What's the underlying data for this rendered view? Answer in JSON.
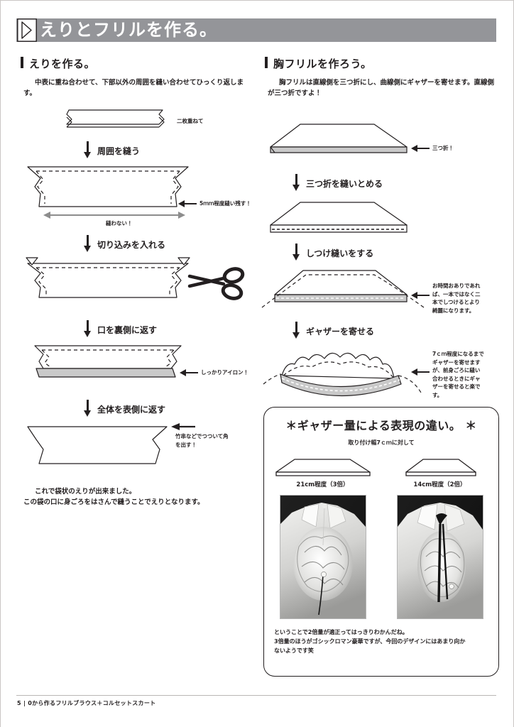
{
  "header": {
    "title": "えりとフリルを作る。",
    "flag_icon": "flag-marker-icon"
  },
  "left_column": {
    "section_heading": "えりを作る。",
    "intro": "中表に重ね合わせて、下部以外の周囲を縫い合わせてひっくり返します。",
    "figure1_note": "二枚重ねて",
    "step1_label": "周囲を縫う",
    "figure2_note": "5ｍｍ程度縫い残す！",
    "figure2_measure": "縫わない！",
    "step2_label": "切り込みを入れる",
    "scissors_icon": "scissors-icon",
    "step3_label": "口を裏側に返す",
    "figure4_note": "しっかりアイロン！",
    "step4_label": "全体を表側に返す",
    "figure5_note": "竹串などでつついて角を出す！",
    "closing_line1": "これで袋状のえりが出来ました。",
    "closing_line2": "この袋の口に身ごろをはさんで縫うことでえりとなります。"
  },
  "right_column": {
    "section_heading": "胸フリルを作ろう。",
    "intro": "胸フリルは直線側を三つ折にし、曲線側にギャザーを寄せます。直線側が三つ折ですよ！",
    "figure1_note": "三つ折！",
    "step1_label": "三つ折を縫いとめる",
    "step2_label": "しつけ縫いをする",
    "figure3_note": "お時間おありであれば、一本ではなく二本でしつけるとより綺麗になります。",
    "step3_label": "ギャザーを寄せる",
    "figure4_note": "7ｃｍ程度になるまでギャザーを寄せますが、前身ごろに縫い合わせるときにギャザーを寄せると楽です。"
  },
  "comparison_box": {
    "title": "＊ギャザー量による表現の違い。 ＊",
    "subtitle": "取り付け幅7ｃｍに対して",
    "items": [
      {
        "caption": "21cm程度（3倍）",
        "photo_alt": "ruffle-3x-photo"
      },
      {
        "caption": "14cm程度（2倍）",
        "photo_alt": "ruffle-2x-photo"
      }
    ],
    "footer_line1": "ということで2倍量が適正ってはっきりわかんだね。",
    "footer_line2": "3倍量のほうがゴシックロマン豪華ですが、今回のデザインにはあまり向か",
    "footer_line3": "ないようです笑"
  },
  "footer": {
    "text": "5 | 0から作るフリルブラウス＋コルセットスカート"
  },
  "colors": {
    "header_bar": "#949599",
    "ink": "#231f20",
    "fabric_gray": "#c9c9c9",
    "page_border": "#c9c6c4"
  }
}
